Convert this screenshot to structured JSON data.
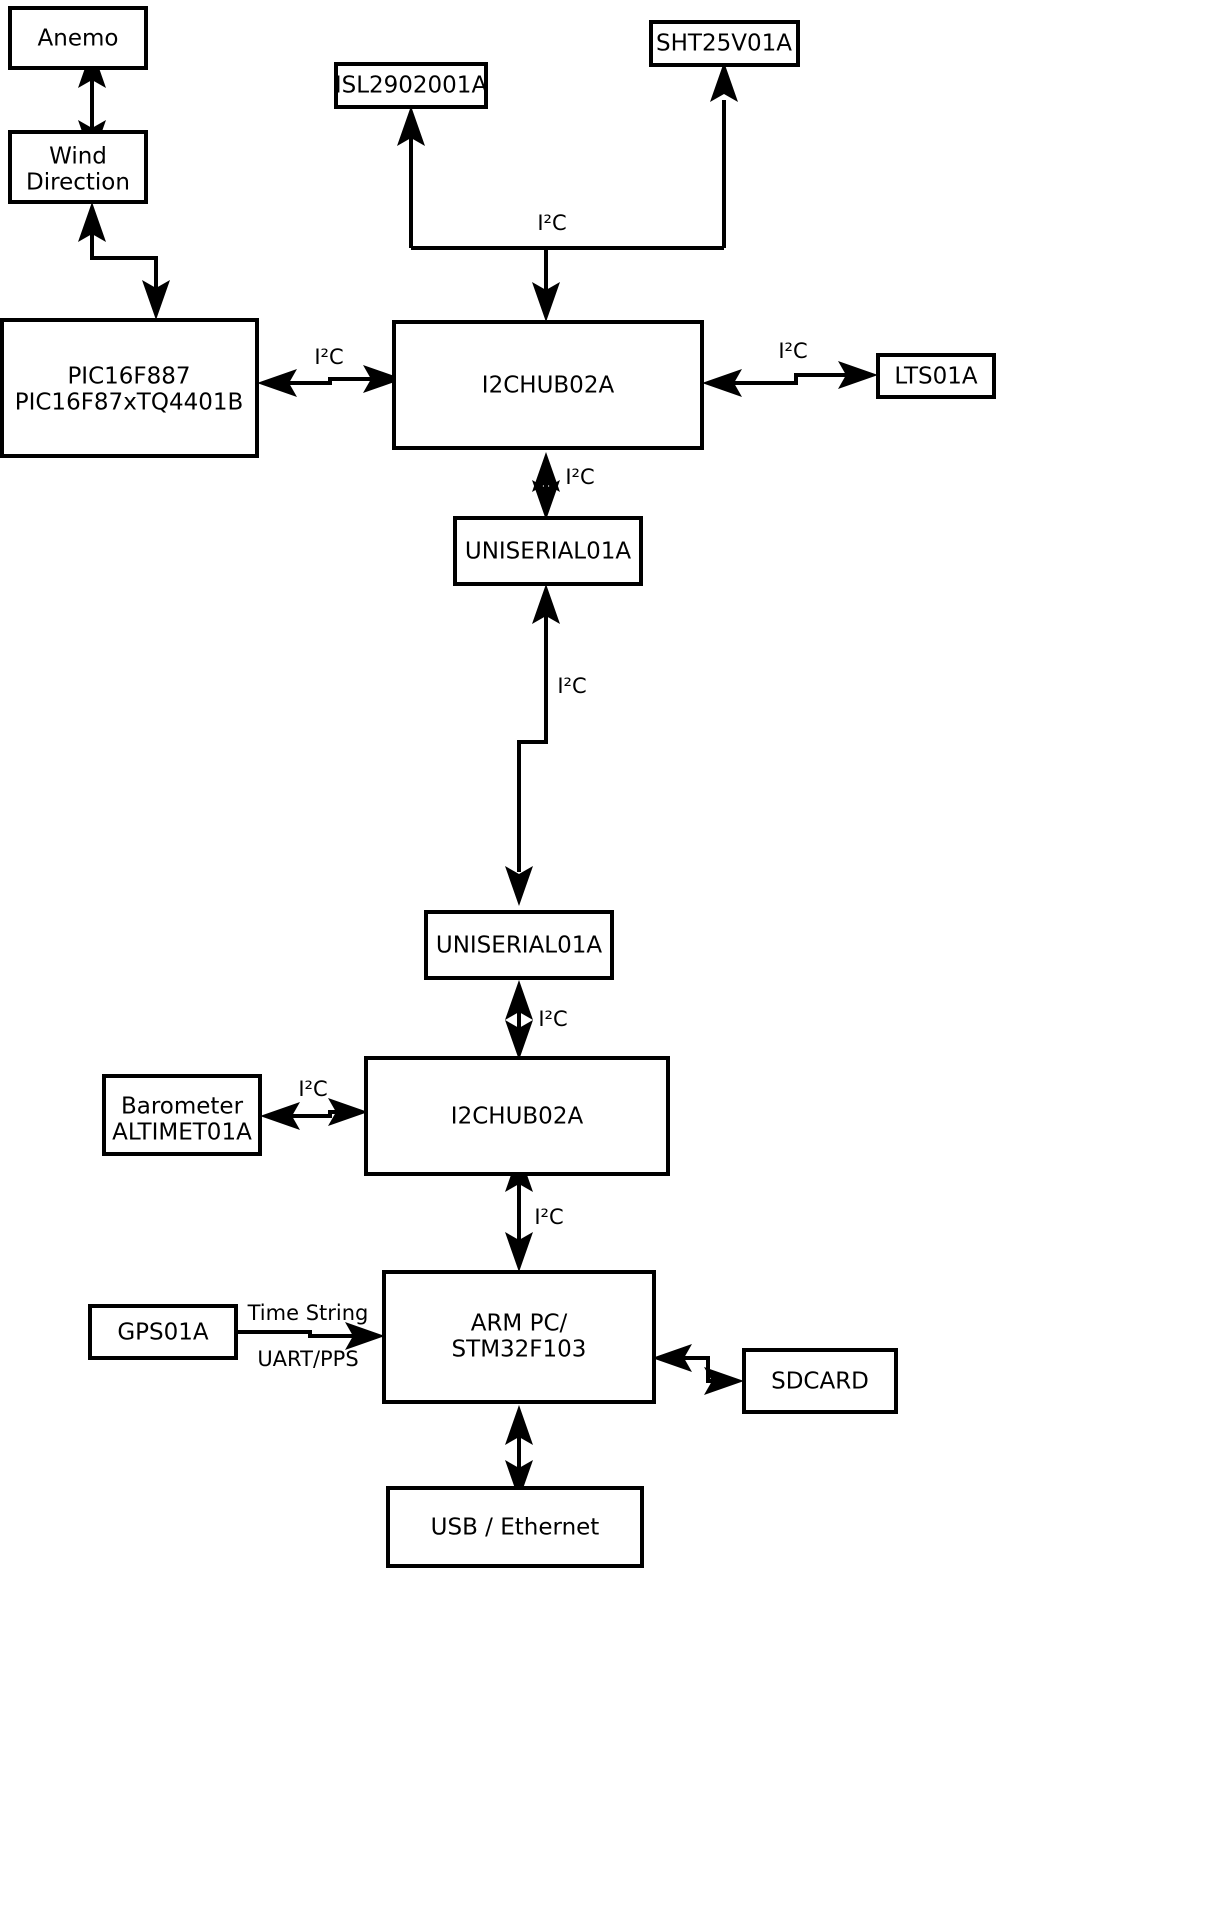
{
  "diagram": {
    "type": "block-diagram",
    "title": "Weather station sensor bus block diagram",
    "nodes": {
      "anemo": {
        "label": "Anemo"
      },
      "wind_direction": {
        "line1": "Wind",
        "line2": "Direction"
      },
      "pic": {
        "line1": "PIC16F887",
        "line2": "PIC16F87xTQ4401B"
      },
      "isl": {
        "label": "ISL2902001A"
      },
      "sht": {
        "label": "SHT25V01A"
      },
      "hub_top": {
        "label": "I2CHUB02A"
      },
      "lts": {
        "label": "LTS01A"
      },
      "uniserial_top": {
        "label": "UNISERIAL01A"
      },
      "uniserial_bottom": {
        "label": "UNISERIAL01A"
      },
      "hub_bottom": {
        "label": "I2CHUB02A"
      },
      "barometer": {
        "line1": "Barometer",
        "line2": "ALTIMET01A"
      },
      "gps": {
        "label": "GPS01A"
      },
      "arm_pc": {
        "line1": "ARM PC/",
        "line2": "STM32F103"
      },
      "sdcard": {
        "label": "SDCARD"
      },
      "usb_ethernet": {
        "label": "USB / Ethernet"
      }
    },
    "edge_labels": {
      "i2c_sensors_top": "I²C",
      "i2c_pic_hub": "I²C",
      "i2c_hub_lts": "I²C",
      "i2c_hub_uniserial": "I²C",
      "i2c_uniserial_link": "I²C",
      "i2c_uniserial_hub_bottom": "I²C",
      "i2c_barometer_hub": "I²C",
      "i2c_hub_arm": "I²C",
      "gps_time_string": "Time String",
      "gps_uart_pps": "UART/PPS"
    },
    "colors": {
      "background": "#ffffff",
      "stroke": "#000000",
      "box_fill": "#ffffff",
      "text": "#000000"
    }
  }
}
